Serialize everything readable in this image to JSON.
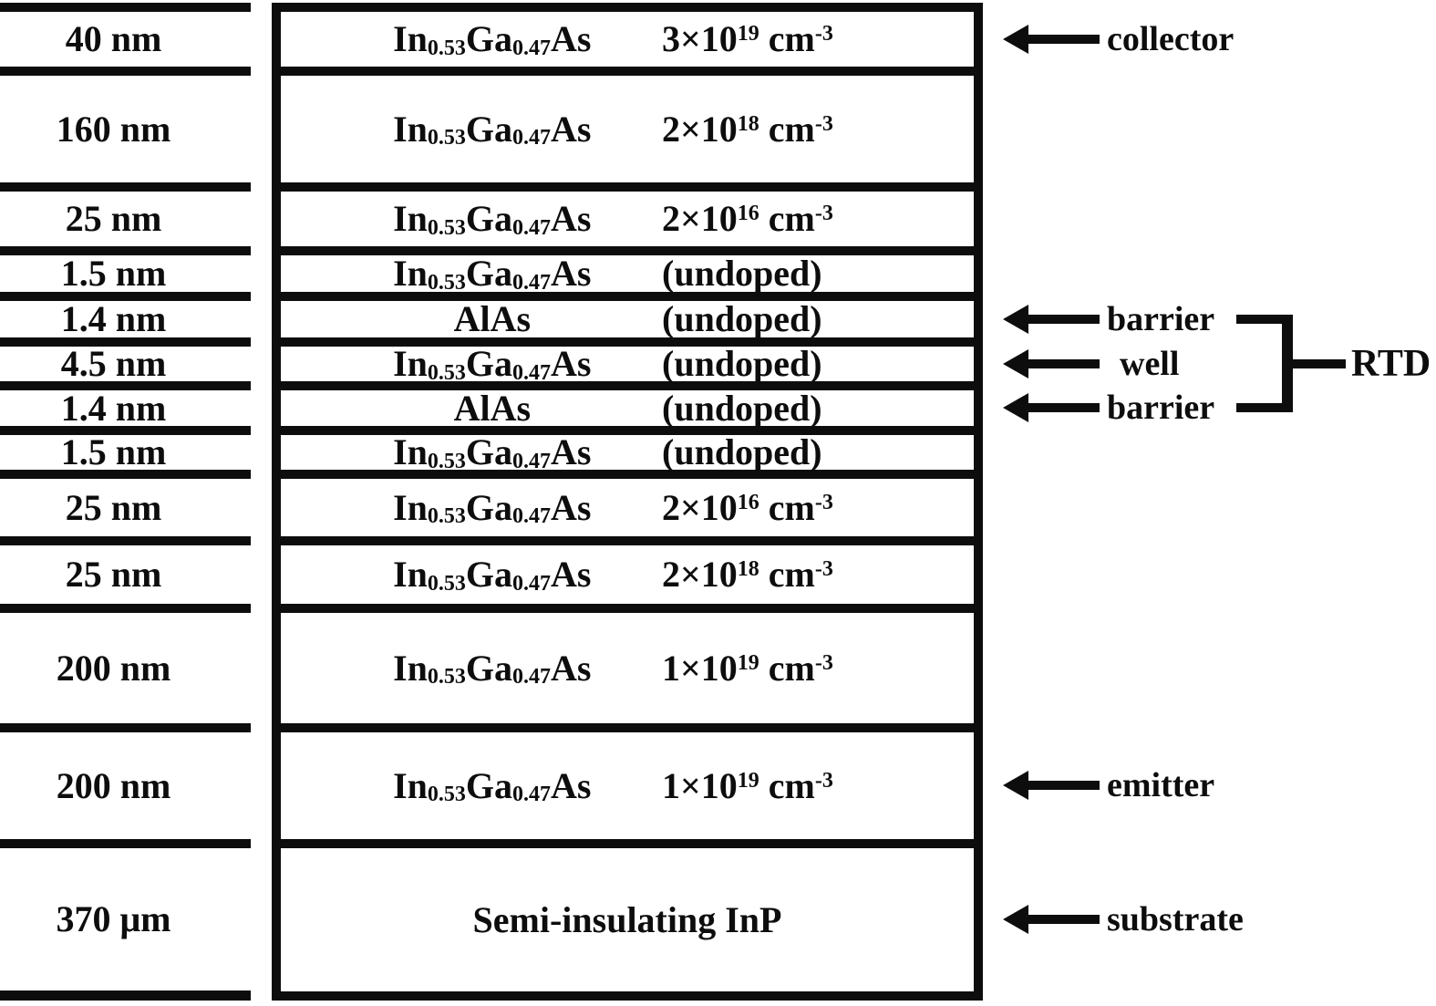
{
  "figure": "RTD epitaxial layer structure",
  "colors": {
    "ink": "#0d0d0d",
    "background": "#ffffff"
  },
  "layers": [
    {
      "thickness": "40 nm",
      "material": "In_{0.53}Ga_{0.47}As",
      "doping": "3×10^{19} cm^{-3}"
    },
    {
      "thickness": "160 nm",
      "material": "In_{0.53}Ga_{0.47}As",
      "doping": "2×10^{18} cm^{-3}"
    },
    {
      "thickness": "25 nm",
      "material": "In_{0.53}Ga_{0.47}As",
      "doping": "2×10^{16} cm^{-3}"
    },
    {
      "thickness": "1.5 nm",
      "material": "In_{0.53}Ga_{0.47}As",
      "doping": "(undoped)"
    },
    {
      "thickness": "1.4 nm",
      "material": "AlAs",
      "doping": "(undoped)"
    },
    {
      "thickness": "4.5 nm",
      "material": "In_{0.53}Ga_{0.47}As",
      "doping": "(undoped)"
    },
    {
      "thickness": "1.4 nm",
      "material": "AlAs",
      "doping": "(undoped)"
    },
    {
      "thickness": "1.5 nm",
      "material": "In_{0.53}Ga_{0.47}As",
      "doping": "(undoped)"
    },
    {
      "thickness": "25 nm",
      "material": "In_{0.53}Ga_{0.47}As",
      "doping": "2×10^{16} cm^{-3}"
    },
    {
      "thickness": "25 nm",
      "material": "In_{0.53}Ga_{0.47}As",
      "doping": "2×10^{18} cm^{-3}"
    },
    {
      "thickness": "200 nm",
      "material": "In_{0.53}Ga_{0.47}As",
      "doping": "1×10^{19} cm^{-3}"
    },
    {
      "thickness": "200 nm",
      "material": "In_{0.53}Ga_{0.47}As",
      "doping": "1×10^{19} cm^{-3}"
    },
    {
      "thickness": "370 μm",
      "material": "Semi-insulating InP",
      "doping": ""
    }
  ],
  "annotations": {
    "collector": "collector",
    "barrier_top": "barrier",
    "well": "well",
    "barrier_bottom": "barrier",
    "emitter": "emitter",
    "substrate": "substrate",
    "rtd": "RTD"
  }
}
